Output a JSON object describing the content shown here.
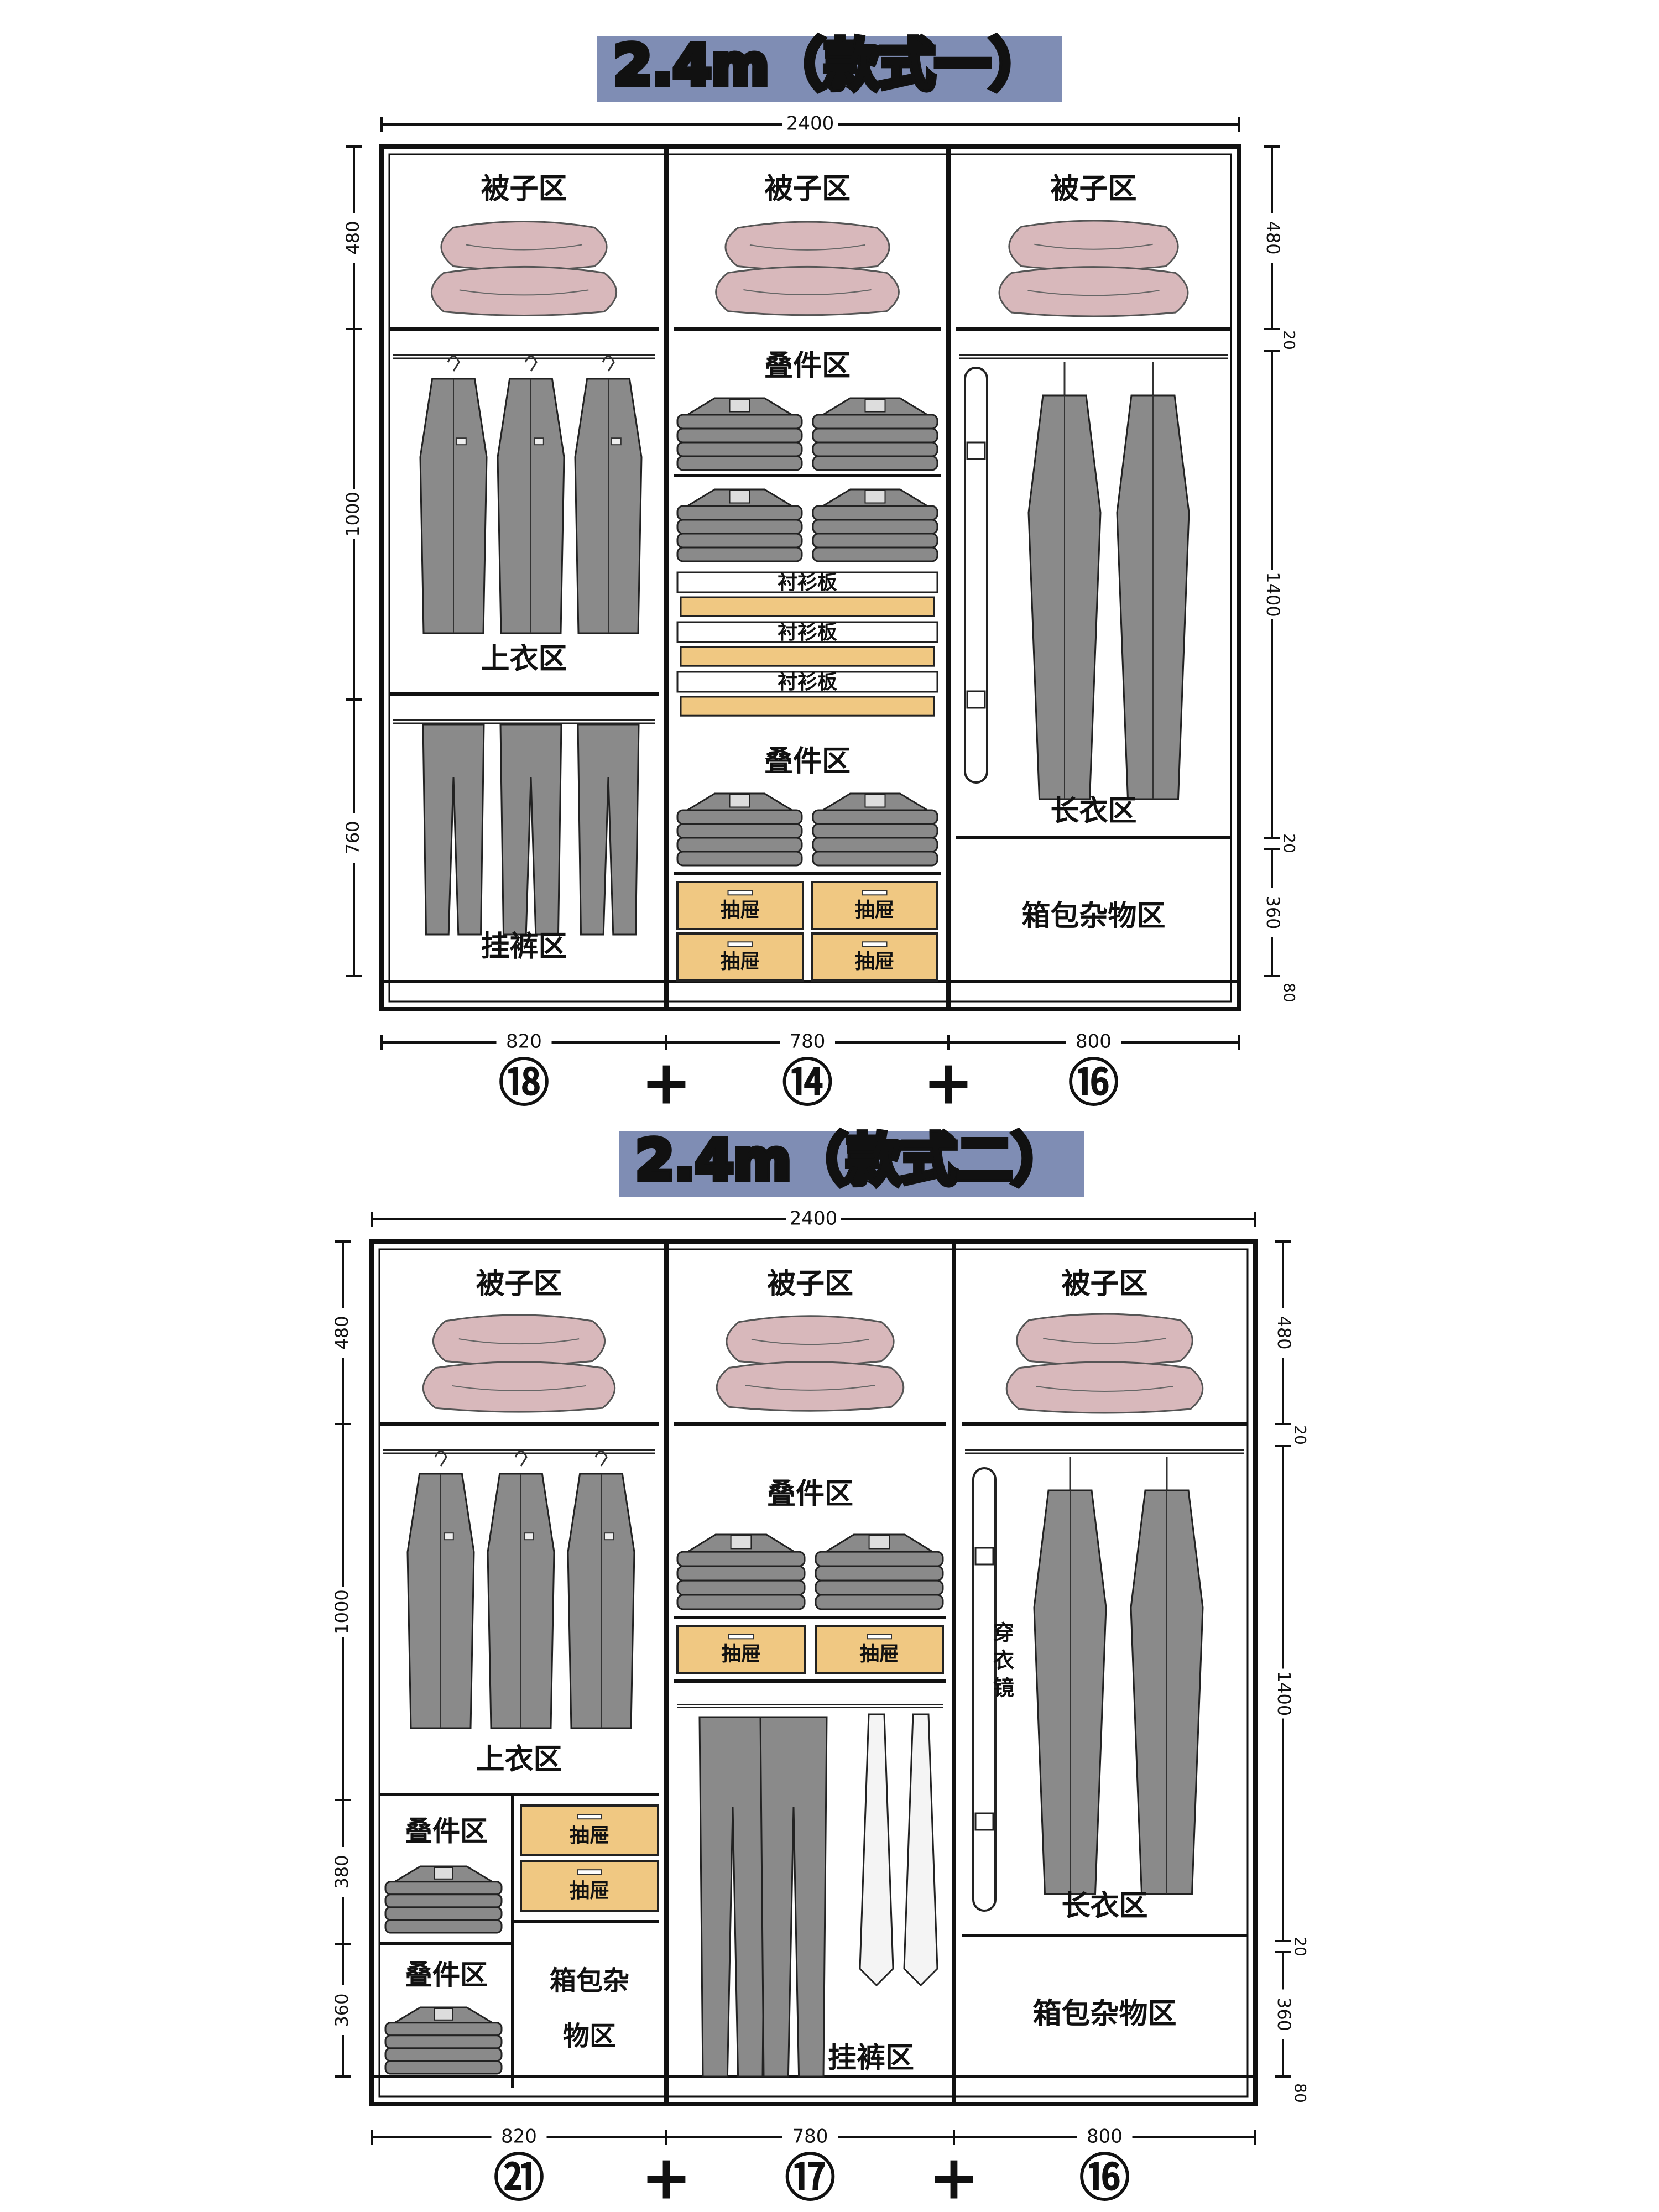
{
  "styles": [
    {
      "title": "2.4m（款式一）",
      "total_width": "2400",
      "left_dims": [
        "480",
        "1000",
        "760"
      ],
      "right_dims": [
        "480",
        "20",
        "1400",
        "20",
        "360",
        "80"
      ],
      "bottom_dims": [
        "820",
        "780",
        "800"
      ],
      "counts": [
        "⑱",
        "⑭",
        "⑯"
      ],
      "plus": "+",
      "col1": {
        "quilt": "被子区",
        "tops": "上衣区",
        "pants": "挂裤区"
      },
      "col2": {
        "quilt": "被子区",
        "fold_top": "叠件区",
        "shirt_board": [
          "衬衫板",
          "衬衫板",
          "衬衫板"
        ],
        "fold_bottom": "叠件区",
        "drawers": [
          "抽屉",
          "抽屉",
          "抽屉",
          "抽屉"
        ]
      },
      "col3": {
        "quilt": "被子区",
        "long": "长衣区",
        "bags": "箱包杂物区"
      }
    },
    {
      "title": "2.4m（款式二）",
      "total_width": "2400",
      "left_dims": [
        "480",
        "1000",
        "380",
        "360"
      ],
      "right_dims": [
        "480",
        "20",
        "1400",
        "20",
        "360",
        "80"
      ],
      "bottom_dims": [
        "820",
        "780",
        "800"
      ],
      "counts": [
        "㉑",
        "⑰",
        "⑯"
      ],
      "plus": "+",
      "col1": {
        "quilt": "被子区",
        "tops": "上衣区",
        "fold_a": "叠件区",
        "fold_b": "叠件区",
        "drawers": [
          "抽屉",
          "抽屉"
        ],
        "bags_a": "箱包杂",
        "bags_b": "物区"
      },
      "col2": {
        "quilt": "被子区",
        "fold": "叠件区",
        "drawers": [
          "抽屉",
          "抽屉"
        ],
        "pants": "挂裤区"
      },
      "col3": {
        "quilt": "被子区",
        "mirror": [
          "穿",
          "衣",
          "镜"
        ],
        "long": "长衣区",
        "bags": "箱包杂物区"
      }
    }
  ],
  "colors": {
    "banner": "#7f8db4",
    "quilt": "#d8b8bb",
    "garment": "#8a8a8a",
    "drawer": "#f0c882",
    "outline": "#111111"
  },
  "icons": [
    "quilt-icon",
    "hanging-coat-icon",
    "hanging-pants-icon",
    "folded-shirt-icon",
    "drawer-icon",
    "tie-icon",
    "mirror-icon"
  ]
}
